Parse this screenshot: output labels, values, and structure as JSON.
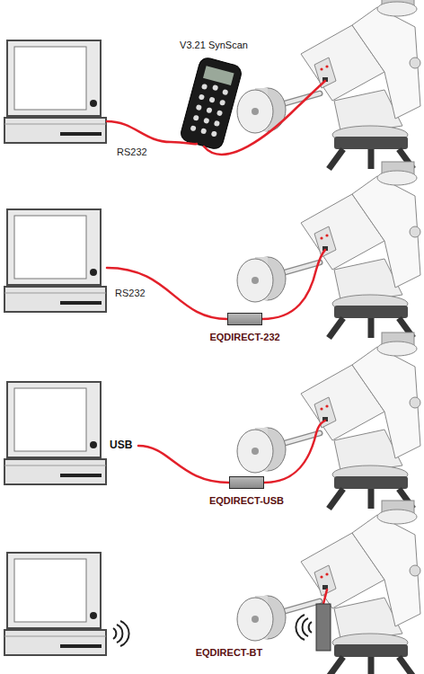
{
  "diagram": {
    "nodes": [
      {
        "text": [
          "V3.21 SynScan"
        ]
      },
      {
        "text": [
          "EQDIRECT-232"
        ]
      },
      {
        "text": [
          "EQDIRECT-USB"
        ]
      }
    ],
    "labels": [
      "RS232",
      "RS232",
      "USB",
      "EQDIRECT-BT"
    ]
  }
}
